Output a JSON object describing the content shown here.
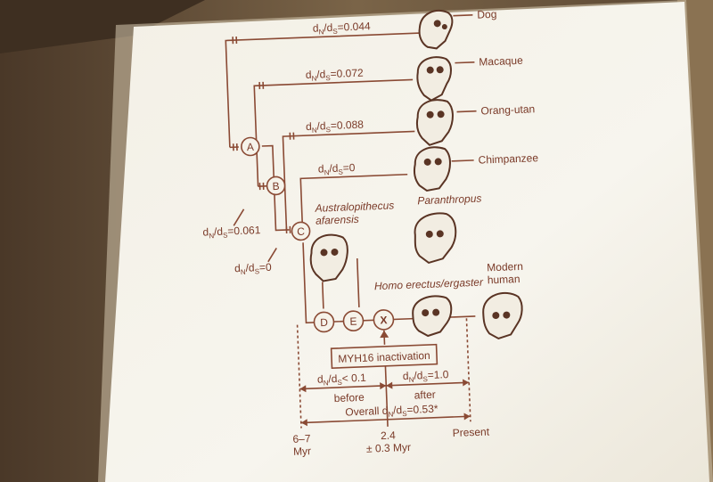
{
  "branches": [
    {
      "name": "Dog",
      "ratio": "0.044"
    },
    {
      "name": "Macaque",
      "ratio": "0.072"
    },
    {
      "name": "Orang-utan",
      "ratio": "0.088"
    },
    {
      "name": "Chimpanzee",
      "ratio": "0"
    }
  ],
  "nodes": {
    "a": "A",
    "b": "B",
    "c": "C",
    "d": "D",
    "e": "E",
    "x": "X"
  },
  "node_ratios": {
    "b": "0.061",
    "c": "0"
  },
  "hominins": {
    "australopithecus_1": "Australopithecus",
    "australopithecus_2": "afarensis",
    "paranthropus": "Paranthropus",
    "homo_erectus": "Homo erectus/ergaster",
    "modern_1": "Modern",
    "modern_2": "human"
  },
  "event": "MYH16 inactivation",
  "before": {
    "ratio": "< 0.1",
    "label": "before"
  },
  "after": {
    "ratio": "=1.0",
    "label": "after"
  },
  "overall": {
    "prefix": "Overall ",
    "ratio": "=0.53*"
  },
  "timeline": {
    "t1_a": "6–7",
    "t1_b": "Myr",
    "t2_a": "2.4",
    "t2_b": "± 0.3 Myr",
    "t3": "Present"
  },
  "colors": {
    "ink": "#7a3a28",
    "screen": "#f6f3ea",
    "wall": "#6e5a44"
  }
}
